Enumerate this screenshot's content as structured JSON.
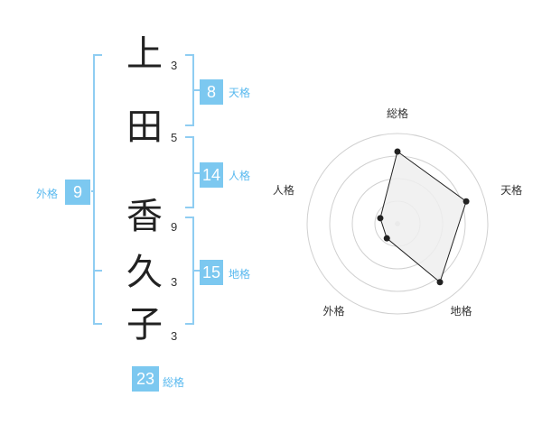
{
  "name": {
    "characters": [
      {
        "char": "上",
        "strokes": "3"
      },
      {
        "char": "田",
        "strokes": "5"
      },
      {
        "char": "香",
        "strokes": "9"
      },
      {
        "char": "久",
        "strokes": "3"
      },
      {
        "char": "子",
        "strokes": "3"
      }
    ]
  },
  "fortune": {
    "tenkaku": {
      "value": "8",
      "label": "天格"
    },
    "jinkaku": {
      "value": "14",
      "label": "人格"
    },
    "chikaku": {
      "value": "15",
      "label": "地格"
    },
    "gaikaku": {
      "value": "9",
      "label": "外格"
    },
    "soukaku": {
      "value": "23",
      "label": "総格"
    }
  },
  "colors": {
    "accent": "#7cc8f0",
    "accent_text": "#59b9ef",
    "bracket": "#8fcdf2",
    "radar_fill": "#efefef",
    "radar_line": "#222222"
  },
  "chart_data": {
    "type": "radar",
    "axes": [
      "総格",
      "天格",
      "地格",
      "外格",
      "人格"
    ],
    "values": [
      4,
      4,
      4,
      1,
      1
    ],
    "rmax": 5,
    "rings": 4
  }
}
